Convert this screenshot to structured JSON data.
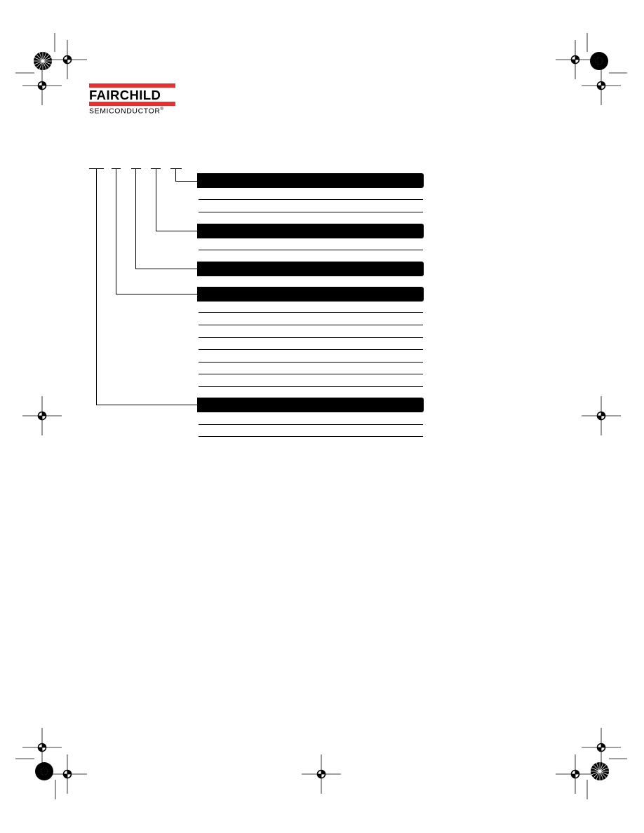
{
  "logo": {
    "name": "FAIRCHILD",
    "subtitle": "SEMICONDUCTOR",
    "registered_mark": "®",
    "brand_color": "#e8312f"
  },
  "diagram": {
    "bar_color": "#000000",
    "section_count": 5,
    "sections": [
      {
        "bar": "",
        "rules": 2
      },
      {
        "bar": "",
        "rules": 1
      },
      {
        "bar": "",
        "rules": 0
      },
      {
        "bar": "",
        "rules": 7
      },
      {
        "bar": "",
        "rules": 2
      }
    ]
  },
  "registration_marks": {
    "crosshair_icon": "registration-crosshair-icon",
    "starburst_icon": "registration-starburst-icon",
    "solid_dot_icon": "registration-solid-dot-icon"
  }
}
